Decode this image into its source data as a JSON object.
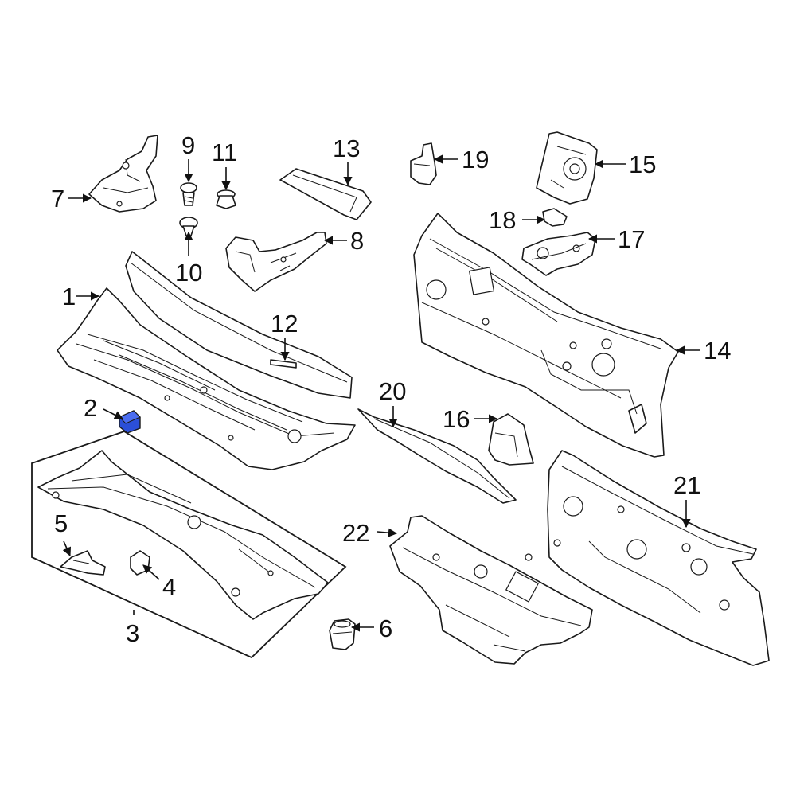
{
  "diagram": {
    "highlight_color": "#2b4fd8",
    "line_color": "#1a1a1a",
    "callouts": {
      "c1": "1",
      "c2": "2",
      "c3": "3",
      "c4": "4",
      "c5": "5",
      "c6": "6",
      "c7": "7",
      "c8": "8",
      "c9": "9",
      "c10": "10",
      "c11": "11",
      "c12": "12",
      "c13": "13",
      "c14": "14",
      "c15": "15",
      "c16": "16",
      "c17": "17",
      "c18": "18",
      "c19": "19",
      "c20": "20",
      "c21": "21",
      "c22": "22"
    }
  }
}
